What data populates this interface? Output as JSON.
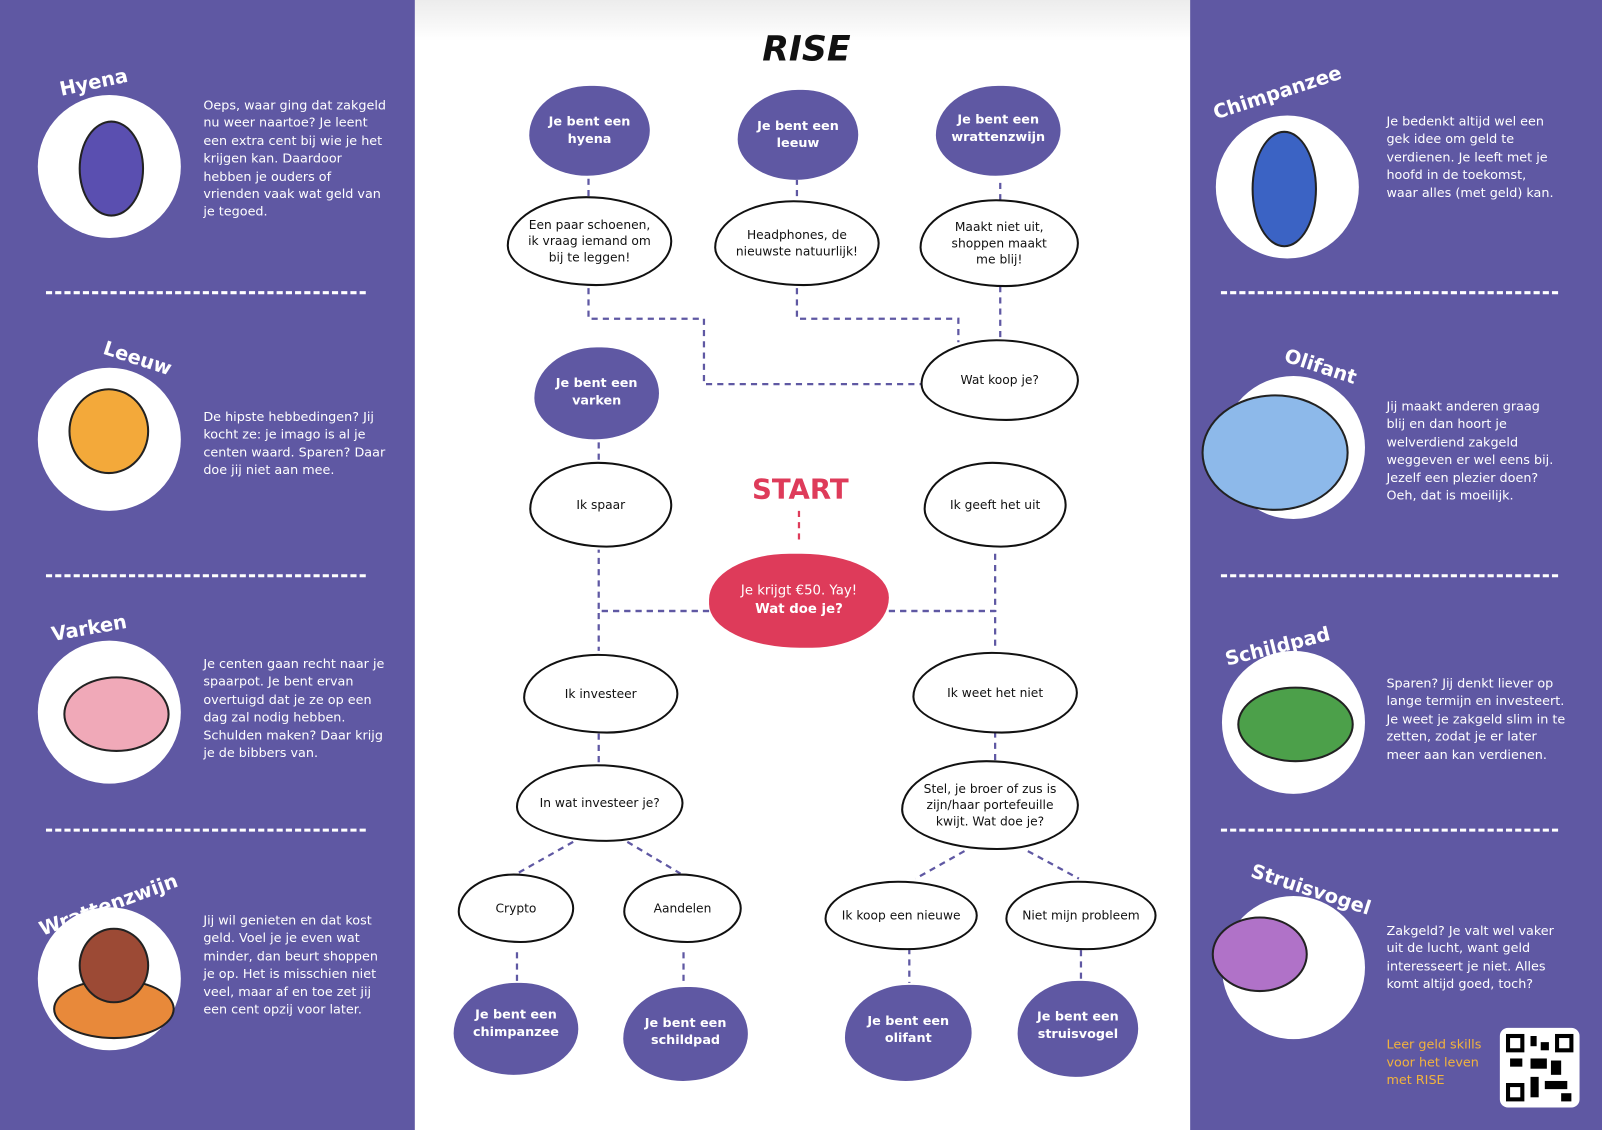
{
  "title": "RISE",
  "start": "START",
  "start_node": {
    "line1": "Je krijgt €50. Yay!",
    "line2": "Wat doe je?"
  },
  "nodes": {
    "spaar": "Ik spaar",
    "geeft": "Ik geeft het uit",
    "wat_koop": "Wat koop je?",
    "schoenen": "Een paar schoenen, ik vraag iemand om bij te leggen!",
    "headphones": "Headphones, de nieuwste natuurlijk!",
    "shoppen": "Maakt niet uit, shoppen maakt me blij!",
    "investeer": "Ik investeer",
    "weet_niet": "Ik weet het niet",
    "in_wat": "In wat investeer je?",
    "broer": "Stel, je broer of zus is zijn/haar portefeuille kwijt. Wat doe je?",
    "crypto": "Crypto",
    "aandelen": "Aandelen",
    "nieuwe": "Ik koop een nieuwe",
    "probleem": "Niet mijn probleem"
  },
  "results": {
    "hyena": "Je bent een hyena",
    "leeuw": "Je bent een leeuw",
    "wrattenzwijn": "Je bent een wrattenzwijn",
    "varken": "Je bent een varken",
    "chimpanzee": "Je bent een chimpanzee",
    "schildpad": "Je bent een schildpad",
    "olifant": "Je bent een olifant",
    "struisvogel": "Je bent een struisvogel"
  },
  "left": [
    {
      "name": "Hyena",
      "text": "Oeps, waar ging dat zakgeld nu weer naartoe? Je leent een extra cent bij wie je het krijgen kan. Daardoor hebben je ouders of vrienden vaak wat geld van je tegoed."
    },
    {
      "name": "Leeuw",
      "text": "De hipste hebbedingen? Jij kocht ze: je imago is al je centen waard. Sparen? Daar doe jij niet aan mee."
    },
    {
      "name": "Varken",
      "text": "Je centen gaan recht naar je spaarpot. Je bent ervan overtuigd dat je ze op een dag zal nodig hebben. Schulden maken? Daar krijg je de bibbers van."
    },
    {
      "name": "Wrattenzwijn",
      "text": "Jij wil genieten en dat kost geld. Voel je je even wat minder, dan beurt shoppen je op. Het is misschien niet veel, maar af en toe zet jij een cent opzij voor later."
    }
  ],
  "right": [
    {
      "name": "Chimpanzee",
      "text": "Je bedenkt altijd wel een gek idee om geld te verdienen. Je leeft met je hoofd in de toekomst, waar alles (met geld) kan."
    },
    {
      "name": "Olifant",
      "text": "Jij maakt anderen graag blij en dan hoort je welverdiend zakgeld weggeven er wel eens bij. Jezelf een plezier doen? Oeh, dat is moeilijk."
    },
    {
      "name": "Schildpad",
      "text": "Sparen? Jij denkt liever op lange termijn en investeert. Je weet je zakgeld slim in te zetten, zodat je er later meer aan kan verdienen."
    },
    {
      "name": "Struisvogel",
      "text": "Zakgeld? Je valt wel vaker uit de lucht, want geld interesseert je niet. Alles komt altijd goed, toch?"
    }
  ],
  "promo": "Leer geld skills voor het leven met RISE",
  "colors": {
    "purple": "#5f58a3",
    "red": "#de3b5a",
    "promo": "#f2b33d"
  }
}
